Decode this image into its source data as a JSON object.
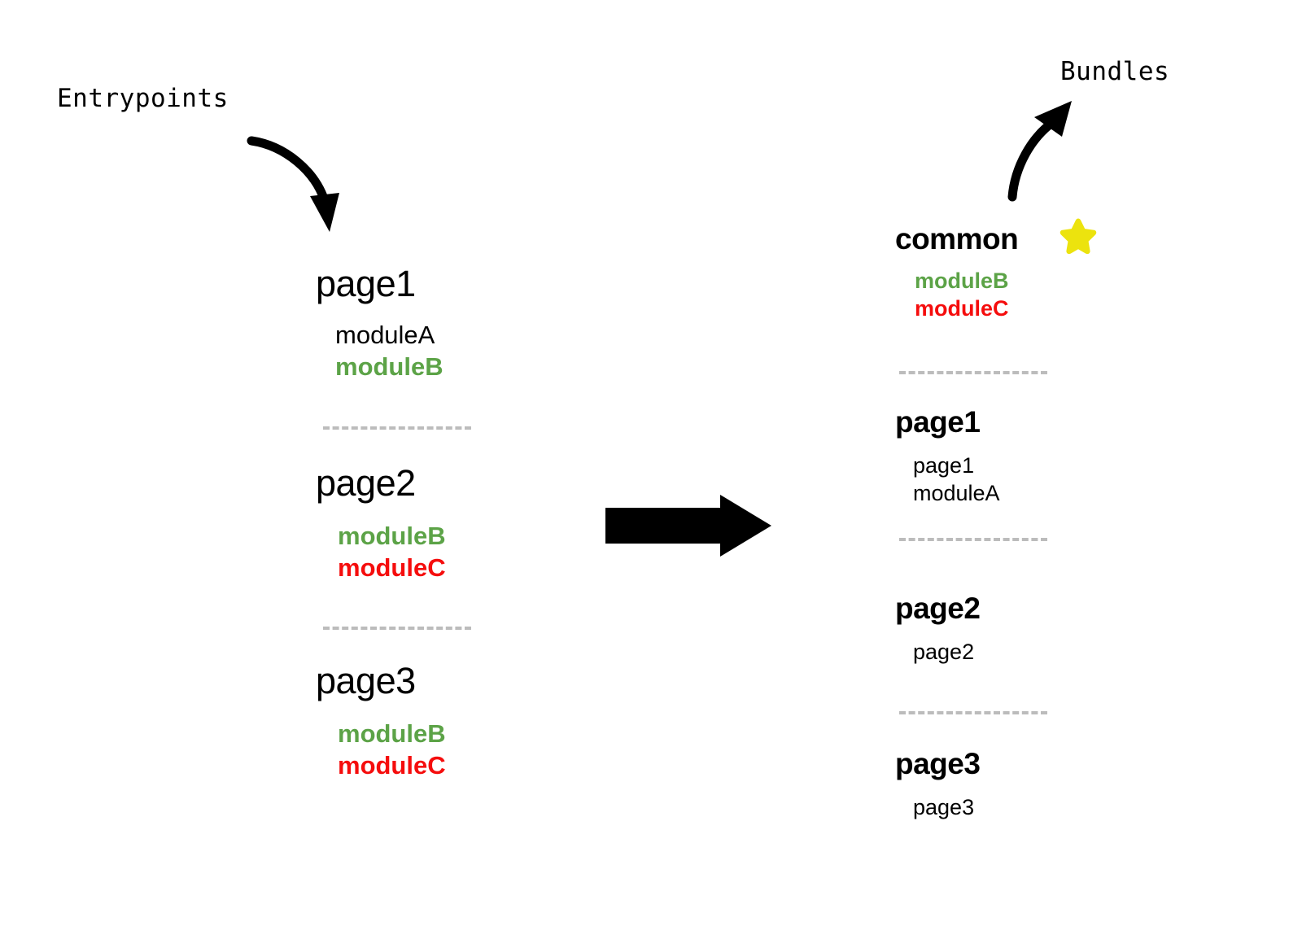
{
  "colors": {
    "background": "#ffffff",
    "text": "#000000",
    "module_green": "#5ca347",
    "module_red": "#f50d0d",
    "separator_gray": "#bcbcbc",
    "star_yellow": "#ece30e",
    "arrow_black": "#000000"
  },
  "labels": {
    "entrypoints": "Entrypoints",
    "bundles": "Bundles"
  },
  "icons": {
    "entry_arrow": "curved-arrow-down-right-icon",
    "bundle_arrow": "curved-arrow-up-right-icon",
    "transform_arrow": "block-arrow-right-icon",
    "star": "star-icon"
  },
  "entrypoints": {
    "groups": [
      {
        "title": "page1",
        "modules": [
          {
            "name": "moduleA",
            "style": "plain"
          },
          {
            "name": "moduleB",
            "style": "green"
          }
        ]
      },
      {
        "title": "page2",
        "modules": [
          {
            "name": "moduleB",
            "style": "green"
          },
          {
            "name": "moduleC",
            "style": "red"
          }
        ]
      },
      {
        "title": "page3",
        "modules": [
          {
            "name": "moduleB",
            "style": "green"
          },
          {
            "name": "moduleC",
            "style": "red"
          }
        ]
      }
    ]
  },
  "bundles": {
    "groups": [
      {
        "title": "common",
        "starred": true,
        "modules": [
          {
            "name": "moduleB",
            "style": "green"
          },
          {
            "name": "moduleC",
            "style": "red"
          }
        ]
      },
      {
        "title": "page1",
        "starred": false,
        "modules": [
          {
            "name": "page1",
            "style": "plain"
          },
          {
            "name": "moduleA",
            "style": "plain"
          }
        ]
      },
      {
        "title": "page2",
        "starred": false,
        "modules": [
          {
            "name": "page2",
            "style": "plain"
          }
        ]
      },
      {
        "title": "page3",
        "starred": false,
        "modules": [
          {
            "name": "page3",
            "style": "plain"
          }
        ]
      }
    ]
  }
}
